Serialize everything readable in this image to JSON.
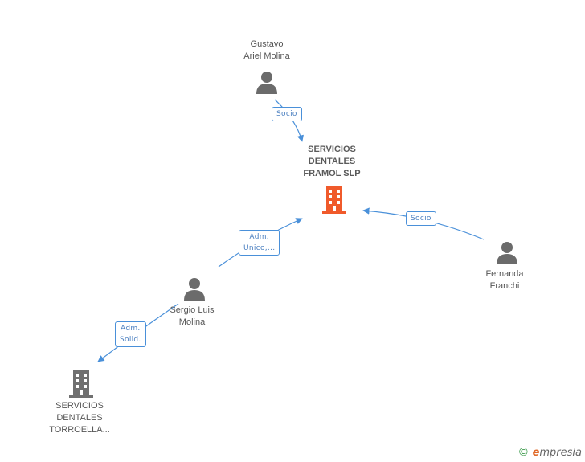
{
  "colors": {
    "edge": "#4a90d9",
    "person_icon": "#6b6b6b",
    "company_main": "#f05a2b",
    "company_other": "#707070"
  },
  "nodes": {
    "gustavo": {
      "label": "Gustavo\nAriel Molina",
      "icon": "person-icon"
    },
    "servicios_framol": {
      "label": "SERVICIOS\nDENTALES\nFRAMOL SLP",
      "icon": "building-icon"
    },
    "fernanda": {
      "label": "Fernanda\nFranchi",
      "icon": "person-icon"
    },
    "sergio": {
      "label": "Sergio Luis\nMolina",
      "icon": "person-icon"
    },
    "servicios_torroella": {
      "label": "SERVICIOS\nDENTALES\nTORROELLA...",
      "icon": "building-icon"
    }
  },
  "edges": {
    "gustavo_socio": "Socio",
    "fernanda_socio": "Socio",
    "sergio_adm_unico": "Adm.\nUnico,...",
    "sergio_adm_solid": "Adm.\nSolid."
  },
  "brand": {
    "copyright": "©",
    "name_first": "e",
    "name_rest": "mpresia"
  }
}
